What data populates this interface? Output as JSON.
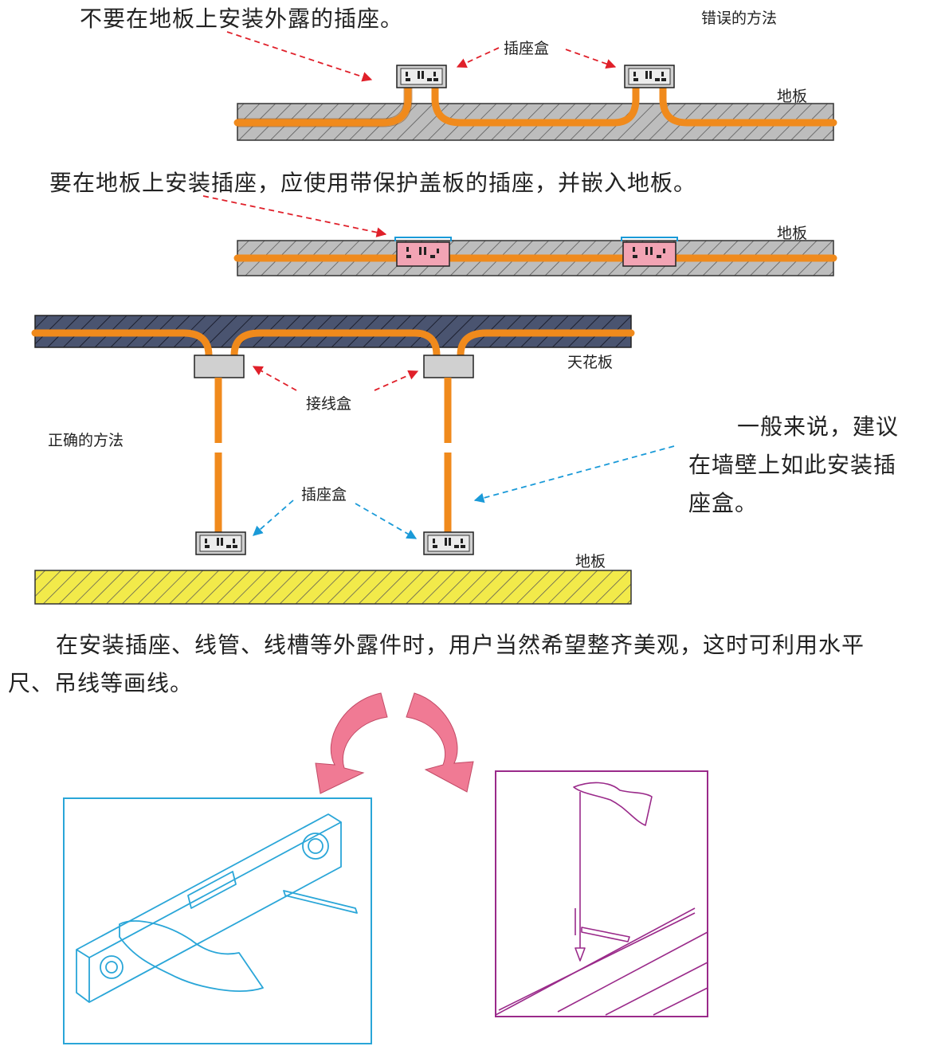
{
  "top_section": {
    "warning_text": "不要在地板上安装外露的插座。",
    "wrong_method_label": "错误的方法",
    "socket_box_label": "插座盒",
    "floor_label": "地板"
  },
  "middle_section": {
    "instruction_text": "要在地板上安装插座，应使用带保护盖板的插座，并嵌入地板。",
    "floor_label": "地板"
  },
  "wall_section": {
    "ceiling_label": "天花板",
    "junction_box_label": "接线盒",
    "correct_method_label": "正确的方法",
    "socket_box_label": "插座盒",
    "floor_label": "地板",
    "advice_lines": [
      "一般来说，建议",
      "在墙壁上如此安装插",
      "座盒。"
    ]
  },
  "bottom_section": {
    "paragraph_line1": "在安装插座、线管、线槽等外露件时，用户当然希望整齐美观，这时可利用水平",
    "paragraph_line2": "尺、吊线等画线。"
  },
  "colors": {
    "wire": "#f08a1c",
    "floor_gray": "#bdbdbd",
    "ceiling_blue": "#4a5470",
    "floor_yellow": "#f2ea4a",
    "socket_recessed": "#f2a4b4",
    "arrow_red": "#e0202a",
    "arrow_blue": "#1a9ad8",
    "level_frame": "#2aa6d8",
    "plumb_frame": "#9a2a8a",
    "curve_arrow": "#f07a94"
  }
}
